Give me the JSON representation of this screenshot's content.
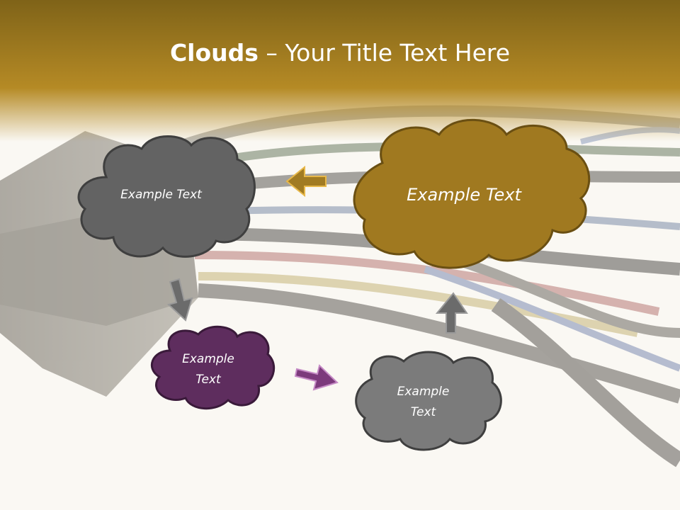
{
  "title": {
    "bold": "Clouds",
    "dash": "–",
    "rest": "Your Title Text Here"
  },
  "clouds": {
    "top_left": {
      "lines": [
        "Example Text"
      ]
    },
    "top_right": {
      "lines": [
        "Example Text"
      ]
    },
    "bottom_left": {
      "lines": [
        "Example",
        "Text"
      ]
    },
    "bottom_right": {
      "lines": [
        "Example",
        "Text"
      ]
    }
  },
  "colors": {
    "header": "#8a6b1c",
    "gray_cloud": "#636363",
    "gold_cloud": "#a07920",
    "purple_cloud": "#5e2d5e",
    "light_gray_cloud": "#7b7b7b",
    "arrow_gold": "#a17b22",
    "arrow_gray": "#6b6b6b",
    "arrow_purple": "#7c3a7c"
  }
}
